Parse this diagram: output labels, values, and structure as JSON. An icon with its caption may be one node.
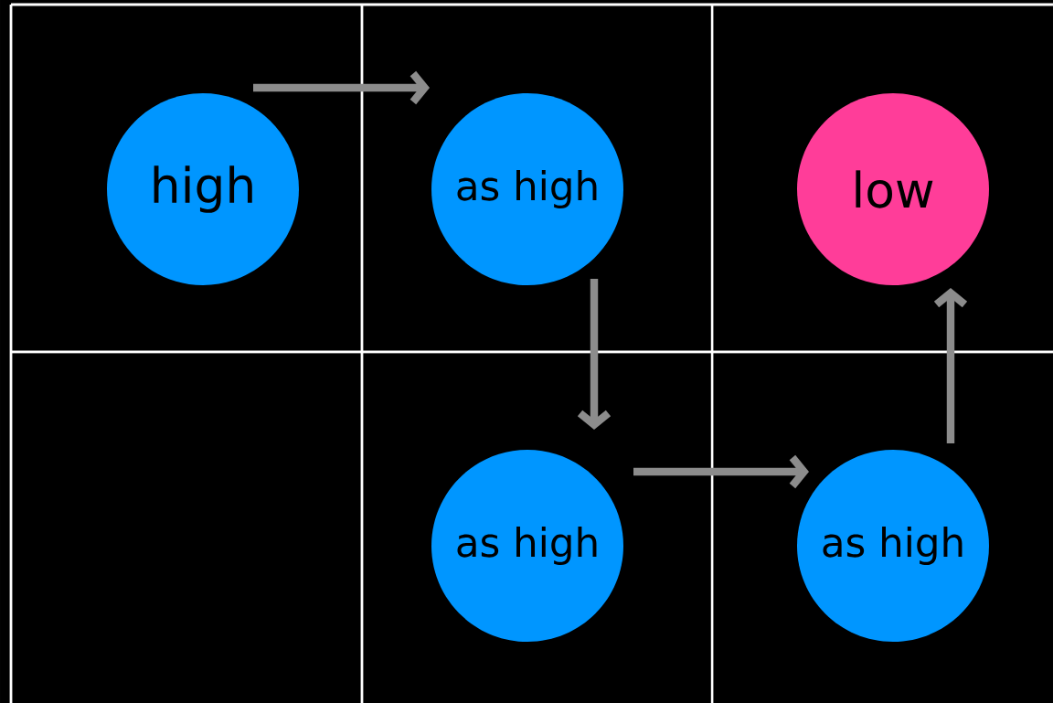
{
  "diagram": {
    "nodes": [
      {
        "text": [
          "high"
        ]
      },
      {
        "text": [
          "as high"
        ]
      },
      {
        "text": [
          "low"
        ]
      },
      {
        "text": [
          "as high"
        ]
      },
      {
        "text": [
          "as high"
        ]
      }
    ],
    "edges": [
      {
        "from": 0,
        "to": 1,
        "arrow": "to"
      },
      {
        "from": 1,
        "to": 3,
        "arrow": "to"
      },
      {
        "from": 3,
        "to": 4,
        "arrow": "to"
      },
      {
        "from": 4,
        "to": 2,
        "arrow": "to"
      }
    ]
  }
}
